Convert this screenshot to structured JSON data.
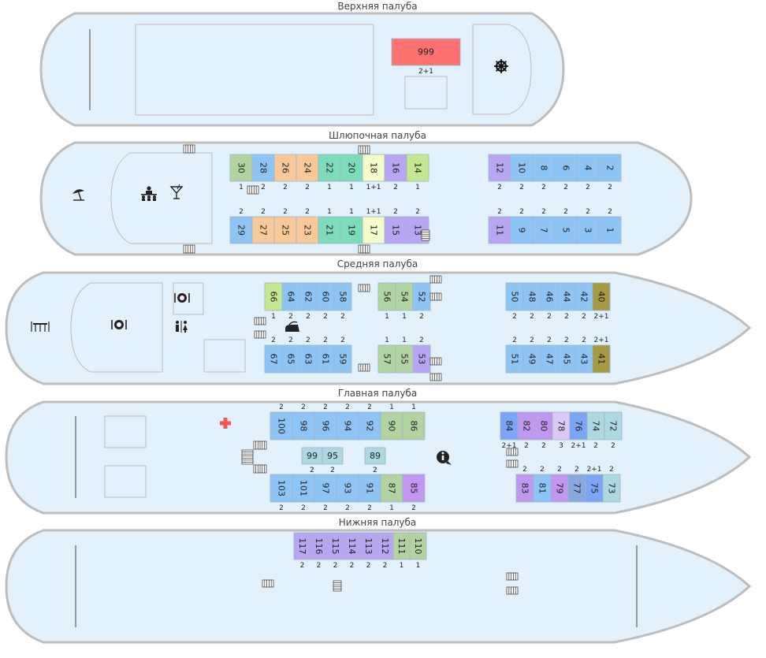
{
  "decks": [
    {
      "id": "upper",
      "title": "Верхняя палуба"
    },
    {
      "id": "boat",
      "title": "Шлюпочная палуба"
    },
    {
      "id": "middle",
      "title": "Средняя палуба"
    },
    {
      "id": "main",
      "title": "Главная палуба"
    },
    {
      "id": "lower",
      "title": "Нижняя палуба"
    }
  ],
  "colors": {
    "red": "#ff7070",
    "olive_green": "#b3d3a3",
    "blue": "#8ec5f5",
    "peach": "#f9c99a",
    "teal": "#7ddcbc",
    "light_yellow": "#f4fbcc",
    "lavender": "#b8a6f3",
    "lime": "#c4e88f",
    "light_lime": "#d6efb6",
    "olive": "#a89a43",
    "purple": "#c197ef",
    "pale_purple": "#ddc9f5",
    "slate_blue": "#8aa8e0",
    "royal_blue": "#7ca5f5",
    "light_teal": "#aed8e2"
  },
  "cabins": {
    "upper": [
      {
        "num": "999",
        "berths": "2+1",
        "color": "red"
      }
    ],
    "boat_top": [
      {
        "num": "30",
        "berths": "1",
        "color": "olive_green"
      },
      {
        "num": "28",
        "berths": "2",
        "color": "blue"
      },
      {
        "num": "26",
        "berths": "2",
        "color": "peach"
      },
      {
        "num": "24",
        "berths": "2",
        "color": "peach"
      },
      {
        "num": "22",
        "berths": "1",
        "color": "teal"
      },
      {
        "num": "20",
        "berths": "1",
        "color": "teal"
      },
      {
        "num": "18",
        "berths": "1+1",
        "color": "light_yellow"
      },
      {
        "num": "16",
        "berths": "2",
        "color": "lavender"
      },
      {
        "num": "14",
        "berths": "1",
        "color": "lime"
      }
    ],
    "boat_top_fwd": [
      {
        "num": "12",
        "berths": "2",
        "color": "lavender"
      },
      {
        "num": "10",
        "berths": "2",
        "color": "blue"
      },
      {
        "num": "8",
        "berths": "2",
        "color": "blue"
      },
      {
        "num": "6",
        "berths": "2",
        "color": "blue"
      },
      {
        "num": "4",
        "berths": "2",
        "color": "blue"
      },
      {
        "num": "2",
        "berths": "2",
        "color": "blue"
      }
    ],
    "boat_bottom": [
      {
        "num": "29",
        "berths": "2",
        "color": "blue"
      },
      {
        "num": "27",
        "berths": "2",
        "color": "peach"
      },
      {
        "num": "25",
        "berths": "2",
        "color": "peach"
      },
      {
        "num": "23",
        "berths": "2",
        "color": "peach"
      },
      {
        "num": "21",
        "berths": "1",
        "color": "teal"
      },
      {
        "num": "19",
        "berths": "1",
        "color": "teal"
      },
      {
        "num": "17",
        "berths": "1+1",
        "color": "light_yellow"
      },
      {
        "num": "15",
        "berths": "2",
        "color": "lavender"
      },
      {
        "num": "13",
        "berths": "2",
        "color": "lavender"
      }
    ],
    "boat_bottom_fwd": [
      {
        "num": "11",
        "berths": "2",
        "color": "lavender"
      },
      {
        "num": "9",
        "berths": "2",
        "color": "blue"
      },
      {
        "num": "7",
        "berths": "2",
        "color": "blue"
      },
      {
        "num": "5",
        "berths": "2",
        "color": "blue"
      },
      {
        "num": "3",
        "berths": "2",
        "color": "blue"
      },
      {
        "num": "1",
        "berths": "2",
        "color": "blue"
      }
    ],
    "middle_top_a": [
      {
        "num": "66",
        "berths": "1",
        "color": "lime"
      },
      {
        "num": "64",
        "berths": "2",
        "color": "blue"
      },
      {
        "num": "62",
        "berths": "2",
        "color": "blue"
      },
      {
        "num": "60",
        "berths": "2",
        "color": "blue"
      },
      {
        "num": "58",
        "berths": "2",
        "color": "blue"
      }
    ],
    "middle_top_b": [
      {
        "num": "56",
        "berths": "1",
        "color": "olive_green"
      },
      {
        "num": "54",
        "berths": "1",
        "color": "olive_green"
      },
      {
        "num": "52",
        "berths": "2",
        "color": "blue"
      }
    ],
    "middle_top_c": [
      {
        "num": "50",
        "berths": "2",
        "color": "blue"
      },
      {
        "num": "48",
        "berths": "2",
        "color": "blue"
      },
      {
        "num": "46",
        "berths": "2",
        "color": "blue"
      },
      {
        "num": "44",
        "berths": "2",
        "color": "blue"
      },
      {
        "num": "42",
        "berths": "2",
        "color": "blue"
      },
      {
        "num": "40",
        "berths": "2+1",
        "color": "olive"
      }
    ],
    "middle_bottom_a": [
      {
        "num": "67",
        "berths": "2",
        "color": "blue"
      },
      {
        "num": "65",
        "berths": "2",
        "color": "blue"
      },
      {
        "num": "63",
        "berths": "2",
        "color": "blue"
      },
      {
        "num": "61",
        "berths": "2",
        "color": "blue"
      },
      {
        "num": "59",
        "berths": "2",
        "color": "blue"
      }
    ],
    "middle_bottom_b": [
      {
        "num": "57",
        "berths": "1",
        "color": "olive_green"
      },
      {
        "num": "55",
        "berths": "1",
        "color": "olive_green"
      },
      {
        "num": "53",
        "berths": "2",
        "color": "lavender"
      }
    ],
    "middle_bottom_c": [
      {
        "num": "51",
        "berths": "2",
        "color": "blue"
      },
      {
        "num": "49",
        "berths": "2",
        "color": "blue"
      },
      {
        "num": "47",
        "berths": "2",
        "color": "blue"
      },
      {
        "num": "45",
        "berths": "2",
        "color": "blue"
      },
      {
        "num": "43",
        "berths": "2",
        "color": "blue"
      },
      {
        "num": "41",
        "berths": "2+1",
        "color": "olive"
      }
    ],
    "main_top": [
      {
        "num": "100",
        "berths": "2",
        "color": "blue"
      },
      {
        "num": "98",
        "berths": "2",
        "color": "blue"
      },
      {
        "num": "96",
        "berths": "2",
        "color": "blue"
      },
      {
        "num": "94",
        "berths": "2",
        "color": "blue"
      },
      {
        "num": "92",
        "berths": "2",
        "color": "blue"
      },
      {
        "num": "90",
        "berths": "1",
        "color": "olive_green"
      },
      {
        "num": "86",
        "berths": "1",
        "color": "olive_green"
      }
    ],
    "main_mid": [
      {
        "num": "99",
        "berths": "2",
        "color": "light_teal"
      },
      {
        "num": "95",
        "berths": "2",
        "color": "light_teal"
      },
      {
        "num": "89",
        "berths": "2",
        "color": "light_teal"
      }
    ],
    "main_bottom": [
      {
        "num": "103",
        "berths": "2",
        "color": "blue"
      },
      {
        "num": "101",
        "berths": "2",
        "color": "blue"
      },
      {
        "num": "97",
        "berths": "2",
        "color": "blue"
      },
      {
        "num": "93",
        "berths": "2",
        "color": "blue"
      },
      {
        "num": "91",
        "berths": "2",
        "color": "blue"
      },
      {
        "num": "87",
        "berths": "1",
        "color": "olive_green"
      },
      {
        "num": "85",
        "berths": "2",
        "color": "purple"
      }
    ],
    "main_fwd_top": [
      {
        "num": "84",
        "berths": "2+1",
        "color": "royal_blue"
      },
      {
        "num": "82",
        "berths": "2",
        "color": "purple"
      },
      {
        "num": "80",
        "berths": "2",
        "color": "purple"
      },
      {
        "num": "78",
        "berths": "3",
        "color": "pale_purple"
      },
      {
        "num": "76",
        "berths": "2+1",
        "color": "royal_blue"
      },
      {
        "num": "74",
        "berths": "2",
        "color": "light_teal"
      },
      {
        "num": "72",
        "berths": "2",
        "color": "light_teal"
      }
    ],
    "main_fwd_bottom": [
      {
        "num": "83",
        "berths": "2",
        "color": "purple"
      },
      {
        "num": "81",
        "berths": "2",
        "color": "blue"
      },
      {
        "num": "79",
        "berths": "2",
        "color": "purple"
      },
      {
        "num": "77",
        "berths": "2",
        "color": "slate_blue"
      },
      {
        "num": "75",
        "berths": "2+1",
        "color": "royal_blue"
      },
      {
        "num": "73",
        "berths": "2",
        "color": "light_teal"
      }
    ],
    "lower": [
      {
        "num": "117",
        "berths": "2",
        "color": "lavender"
      },
      {
        "num": "116",
        "berths": "2",
        "color": "lavender"
      },
      {
        "num": "115",
        "berths": "2",
        "color": "lavender"
      },
      {
        "num": "114",
        "berths": "2",
        "color": "lavender"
      },
      {
        "num": "113",
        "berths": "2",
        "color": "lavender"
      },
      {
        "num": "112",
        "berths": "2",
        "color": "lavender"
      },
      {
        "num": "111",
        "berths": "1",
        "color": "olive_green"
      },
      {
        "num": "110",
        "berths": "1",
        "color": "olive_green"
      }
    ]
  },
  "icons": {
    "helm": "ship-wheel-icon",
    "beach": "beach-umbrella-icon",
    "conference": "conference-icon",
    "bar": "cocktail-bar-icon",
    "restaurant": "restaurant-icon",
    "cafe": "cafe-tables-icon",
    "toilet": "restroom-icon",
    "iron": "laundry-iron-icon",
    "medical": "medical-cross-icon",
    "info": "info-icon",
    "stairs": "stairs-icon"
  }
}
